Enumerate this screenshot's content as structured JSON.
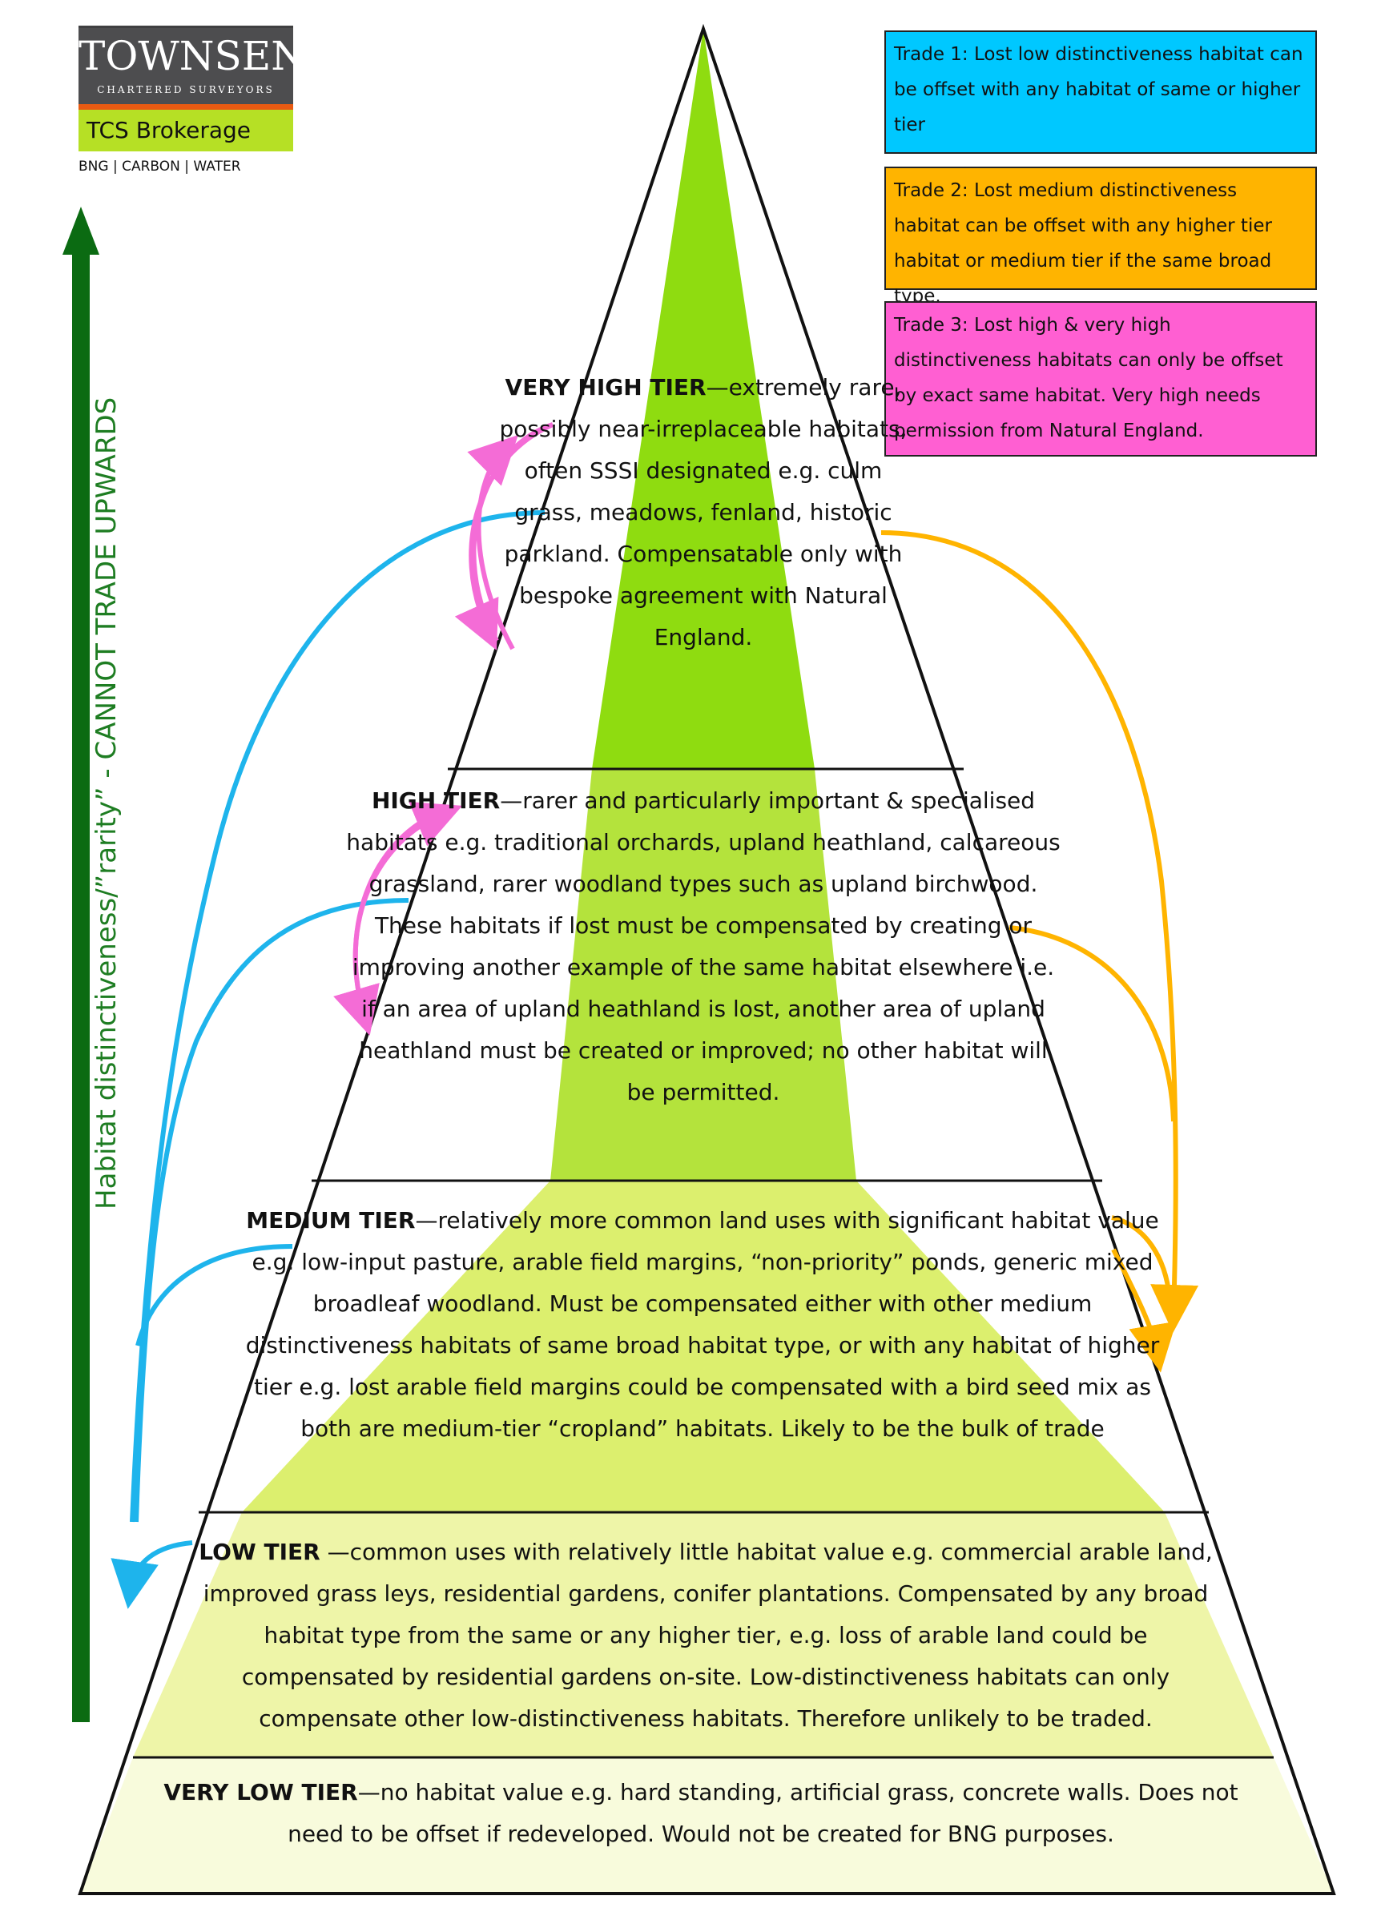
{
  "logo": {
    "name": "TOWNSEND",
    "subtitle": "CHARTERED SURVEYORS",
    "brokerage": "TCS Brokerage",
    "tagline": "BNG | CARBON | WATER"
  },
  "axis_label": "Habitat distinctiveness/”rarity” - CANNOT TRADE UPWARDS",
  "trades": [
    {
      "text": "Trade 1: Lost low distinctiveness habitat can be offset with any habitat of same or higher tier",
      "color": "#00c8ff"
    },
    {
      "text": "Trade 2: Lost medium distinctiveness habitat can be offset with any higher tier habitat or medium tier if the same broad type.",
      "color": "#ffb400"
    },
    {
      "text": "Trade 3: Lost high & very high distinctiveness habitats can only be offset by exact same habitat. Very high needs permission from Natural England.",
      "color": "#ff5fd2"
    }
  ],
  "tiers": [
    {
      "name": "VERY HIGH TIER",
      "text": "—extremely rare, possibly near-irreplaceable habitats, often SSSI designated e.g. culm grass, meadows, fenland, historic parkland. Compensatable only with bespoke agreement with Natural England.",
      "color": "#8fdc10"
    },
    {
      "name": "HIGH TIER",
      "text": "—rarer and particularly important & specialised habitats e.g. traditional orchards, upland heathland, calcareous grassland, rarer woodland types such as upland birchwood. These habitats if lost must be compensated by creating or improving another example of the same habitat elsewhere i.e. if an area of upland heathland is lost, another area of upland heathland must be created or improved; no other habitat will be permitted.",
      "color": "#b4e33c"
    },
    {
      "name": "MEDIUM TIER",
      "text": "—relatively more common land uses with significant habitat value e.g. low-input pasture, arable field margins, “non-priority” ponds, generic  mixed broadleaf woodland. Must be compensated either with other medium distinctiveness habitats of same broad habitat type, or with any habitat of higher tier  e.g. lost arable field margins could be compensated with a bird seed mix as both  are medium-tier “cropland” habitats. Likely to be the bulk of trade",
      "color": "#dcef6e"
    },
    {
      "name": "LOW TIER",
      "text": " —common uses with relatively little habitat value e.g. commercial arable land, improved grass leys, residential gardens, conifer plantations. Compensated by any broad habitat type from the same or any higher tier, e.g. loss of arable land could be compensated by residential gardens on-site. Low-distinctiveness habitats can only compensate other low-distinctiveness habitats. Therefore unlikely to be traded.",
      "color": "#eef5a8"
    },
    {
      "name": "VERY LOW TIER",
      "text": "—no habitat value e.g. hard standing, artificial grass, concrete walls. Does not need to be offset if redeveloped. Would not be created for BNG purposes.",
      "color": "#f8fbdc"
    }
  ],
  "colors": {
    "arrow_green": "#0b6b12",
    "trade1_blue": "#1eb4ec",
    "trade2_orange": "#ffb400",
    "trade3_pink": "#f46cd6"
  }
}
